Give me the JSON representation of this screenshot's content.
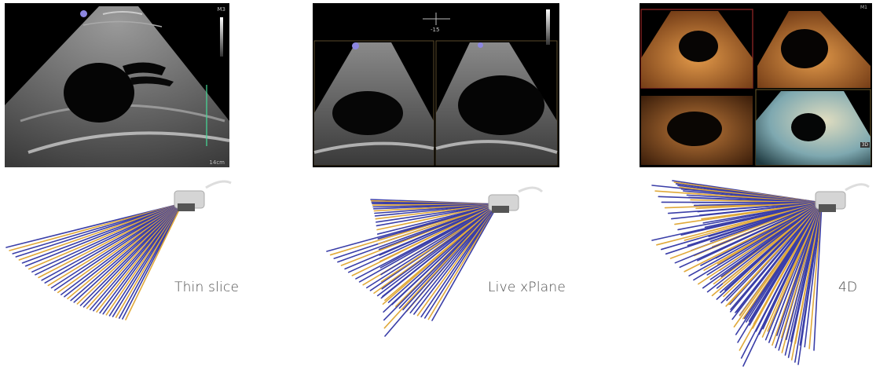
{
  "panels": [
    {
      "id": "thin-slice",
      "caption": "Thin slice",
      "overlay": {
        "label_top_right": "M3",
        "label_bottom_right": "14cm"
      }
    },
    {
      "id": "live-xplane",
      "caption": "Live xPlane",
      "overlay": {
        "angle_label": "-15"
      }
    },
    {
      "id": "4d",
      "caption": "4D",
      "overlay": {
        "label_top_right": "M1",
        "label_tile": "3D"
      }
    }
  ],
  "colors": {
    "beam_blue": "#3a3ea8",
    "beam_gold": "#e0a93a",
    "caption_text": "#4a4a4a",
    "ultrasound_bg": "#000000",
    "render_4d": "#c8742f"
  },
  "icons": {
    "probe": "ultrasound-probe-icon",
    "orientation_marker": "orientation-dot-icon"
  }
}
